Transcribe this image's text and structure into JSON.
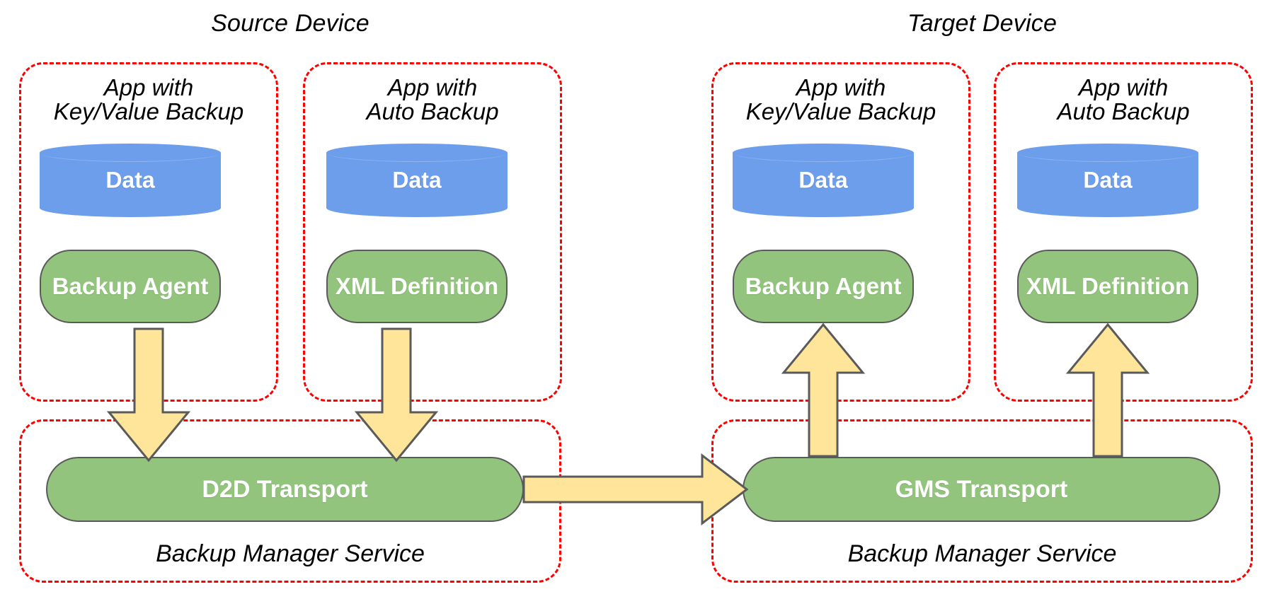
{
  "diagram": {
    "title_left": "Source Device",
    "title_right": "Target Device",
    "colors": {
      "container_border": "#ff0000",
      "data_fill": "#6d9eeb",
      "component_fill": "#93c47d",
      "arrow_fill": "#ffe599",
      "arrow_stroke": "#5a5a5a",
      "text_on_shape": "#ffffff",
      "label_text": "#000000",
      "background": "#ffffff"
    }
  },
  "source_device": {
    "label": "Source Device",
    "apps": [
      {
        "caption": "App with\nKey/Value Backup",
        "data_label": "Data",
        "component_label": "Backup Agent"
      },
      {
        "caption": "App with\nAuto Backup",
        "data_label": "Data",
        "component_label": "XML Definition"
      }
    ],
    "service": {
      "caption": "Backup Manager Service",
      "transport_label": "D2D Transport"
    }
  },
  "target_device": {
    "label": "Target Device",
    "apps": [
      {
        "caption": "App with\nKey/Value Backup",
        "data_label": "Data",
        "component_label": "Backup Agent"
      },
      {
        "caption": "App with\nAuto Backup",
        "data_label": "Data",
        "component_label": "XML Definition"
      }
    ],
    "service": {
      "caption": "Backup Manager Service",
      "transport_label": "GMS Transport"
    }
  },
  "flows": [
    {
      "name": "source-kv-agent-to-d2d",
      "direction": "down"
    },
    {
      "name": "source-auto-xml-to-d2d",
      "direction": "down"
    },
    {
      "name": "d2d-to-gms",
      "direction": "right"
    },
    {
      "name": "gms-to-target-kv-agent",
      "direction": "up"
    },
    {
      "name": "gms-to-target-auto-xml",
      "direction": "up"
    }
  ]
}
